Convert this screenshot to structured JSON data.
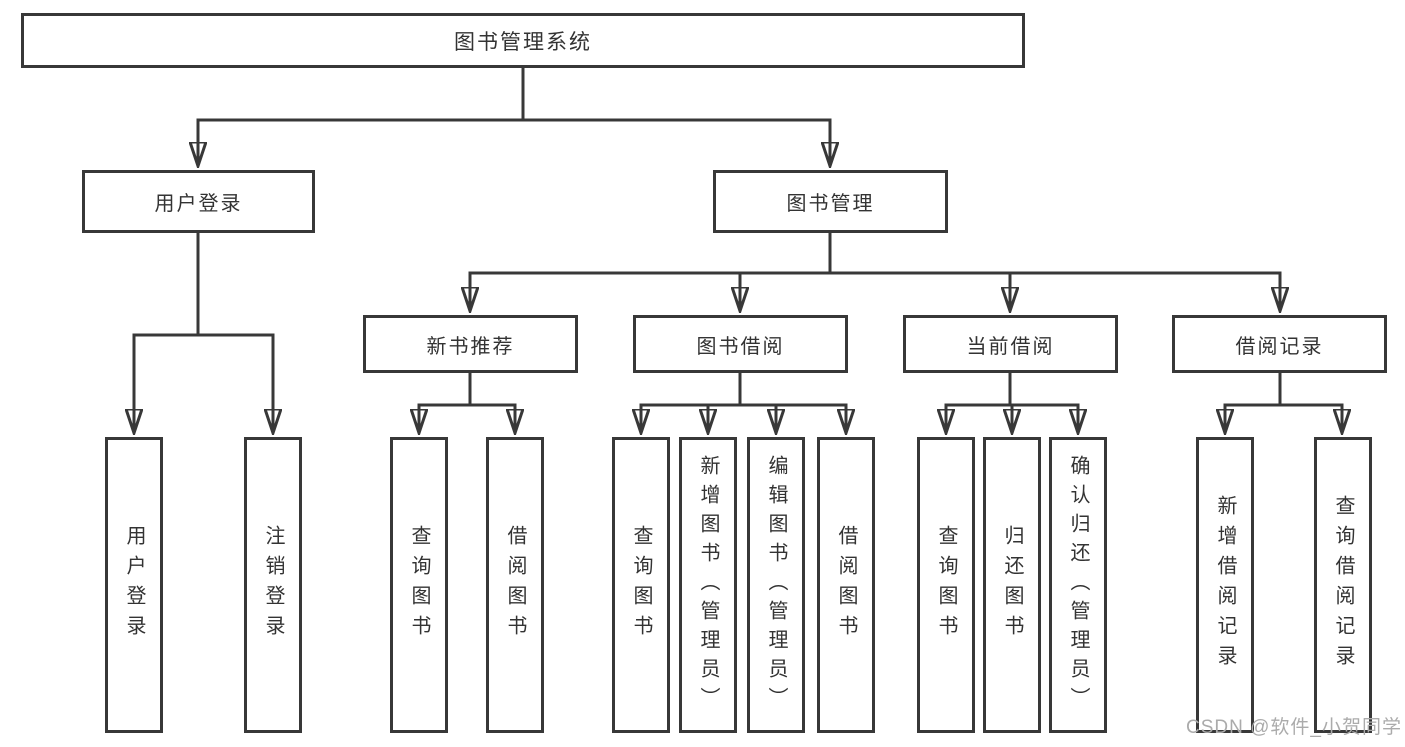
{
  "diagram": {
    "type": "functional-structure-tree",
    "colors": {
      "line": "#383838",
      "box_border": "#383838",
      "box_fill": "#ffffff",
      "text": "#333333",
      "watermark": "#ababab"
    },
    "tree": {
      "label": "图书管理系统",
      "children": [
        {
          "label": "用户登录",
          "children": [
            {
              "label": "用户登录"
            },
            {
              "label": "注销登录"
            }
          ]
        },
        {
          "label": "图书管理",
          "children": [
            {
              "label": "新书推荐",
              "children": [
                {
                  "label": "查询图书"
                },
                {
                  "label": "借阅图书"
                }
              ]
            },
            {
              "label": "图书借阅",
              "children": [
                {
                  "label": "查询图书"
                },
                {
                  "label": "新增图书（管理员）"
                },
                {
                  "label": "编辑图书（管理员）"
                },
                {
                  "label": "借阅图书"
                }
              ]
            },
            {
              "label": "当前借阅",
              "children": [
                {
                  "label": "查询图书"
                },
                {
                  "label": "归还图书"
                },
                {
                  "label": "确认归还（管理员）"
                }
              ]
            },
            {
              "label": "借阅记录",
              "children": [
                {
                  "label": "新增借阅记录"
                },
                {
                  "label": "查询借阅记录"
                }
              ]
            }
          ]
        }
      ]
    },
    "watermark": "CSDN @软件_小贺同学"
  }
}
